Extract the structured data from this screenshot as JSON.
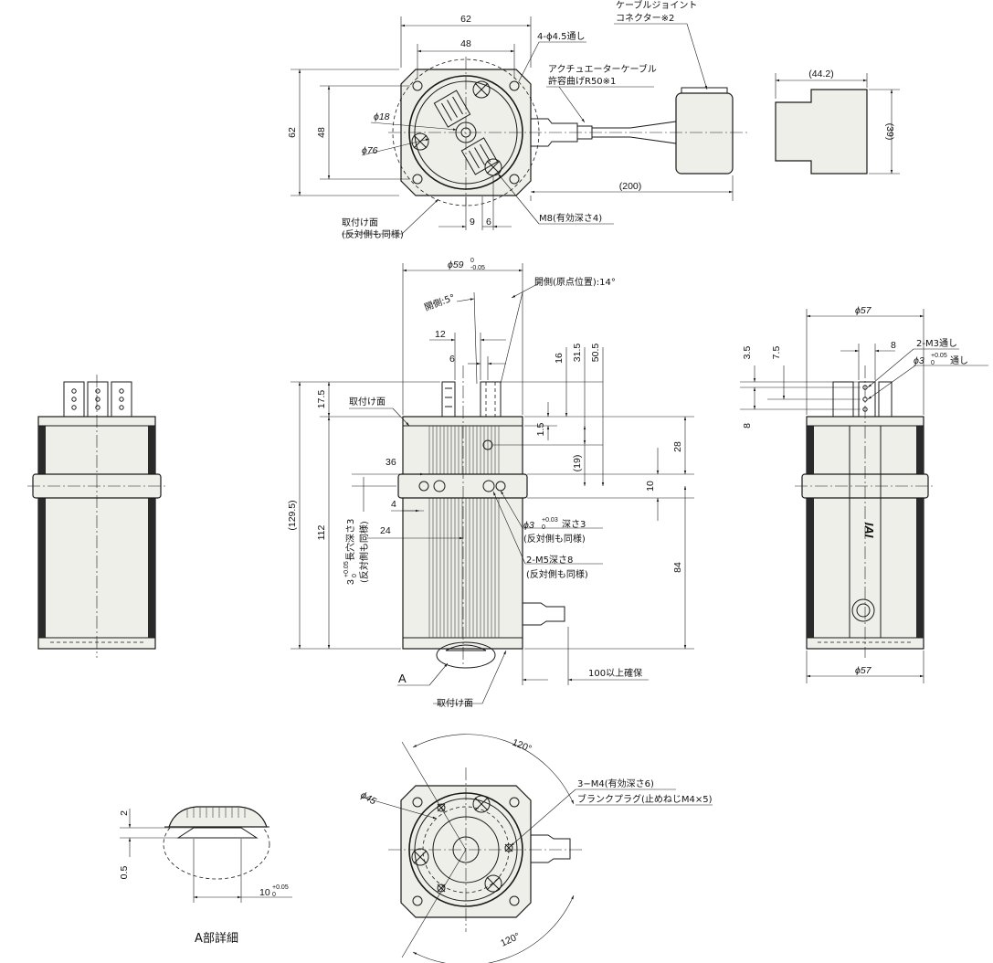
{
  "top_view": {
    "dim_62_w": "62",
    "dim_48_w": "48",
    "dim_62_h": "62",
    "dim_48_h": "48",
    "phi18": "ϕ18",
    "phi76": "ϕ76",
    "holes": "4-ϕ4.5通し",
    "cable_joint_1": "ケーブルジョイント",
    "cable_joint_2": "コネクター※2",
    "act_cable_1": "アクチュエーターケーブル",
    "act_cable_2": "許容曲げR50※1",
    "dim_200": "(200)",
    "dim_44_2": "(44.2)",
    "dim_39": "(39)",
    "dim_9": "9",
    "dim_6": "6",
    "m8": "M8(有効深さ4)",
    "mount_1": "取付け面",
    "mount_2": "(反対側も同様)"
  },
  "front_view": {
    "phi59": "ϕ59",
    "phi59_tol_top": "0",
    "phi59_tol_bot": "-0.05",
    "open_side": "開側:5°",
    "open_origin": "開側(原点位置):14°",
    "dim_12": "12",
    "dim_6": "6",
    "dim_16": "16",
    "dim_31_5": "31.5",
    "dim_50_5": "50.5",
    "dim_17_5": "17.5",
    "mount_face": "取付け面",
    "dim_1_5": "1.5",
    "dim_19": "(19)",
    "dim_28": "28",
    "dim_36": "36",
    "dim_10": "10",
    "dim_4": "4",
    "dim_24": "24",
    "dim_129_5": "(129.5)",
    "dim_112": "112",
    "dim_84": "84",
    "slot_label": "3",
    "slot_tol_top": "+0.05",
    "slot_tol_bot": "0",
    "slot_desc": "長穴深さ3",
    "slot_opp": "(反対側も同様)",
    "phi3_label": "ϕ3",
    "phi3_tol_top": "+0.03",
    "phi3_tol_bot": "0",
    "phi3_desc": "深さ3",
    "phi3_opp": "(反対側も同様)",
    "m5": "2-M5深さ8",
    "m5_opp": "(反対側も同様)",
    "clearance": "100以上確保",
    "mark_a": "A",
    "mount_bottom": "取付け面"
  },
  "right_view": {
    "phi57_top": "ϕ57",
    "phi57_bottom": "ϕ57",
    "dim_3_5": "3.5",
    "dim_7_5": "7.5",
    "dim_8_top": "8",
    "dim_8_left": "8",
    "m3": "2-M3通し",
    "phi3_label": "ϕ3",
    "phi3_tol_top": "+0.05",
    "phi3_tol_bot": "0",
    "phi3_desc": "通し",
    "logo": "IAI"
  },
  "bottom_view": {
    "angle_top": "120°",
    "angle_bottom": "120°",
    "phi45": "ϕ45",
    "m4": "3−M4(有効深さ6)",
    "plug": "ブランクプラグ(止めねじM4×5)"
  },
  "detail_a": {
    "dim_2": "2",
    "dim_0_5": "0.5",
    "dim_10": "10",
    "tol_top": "+0.05",
    "tol_bot": "0",
    "title": "A部詳細"
  }
}
